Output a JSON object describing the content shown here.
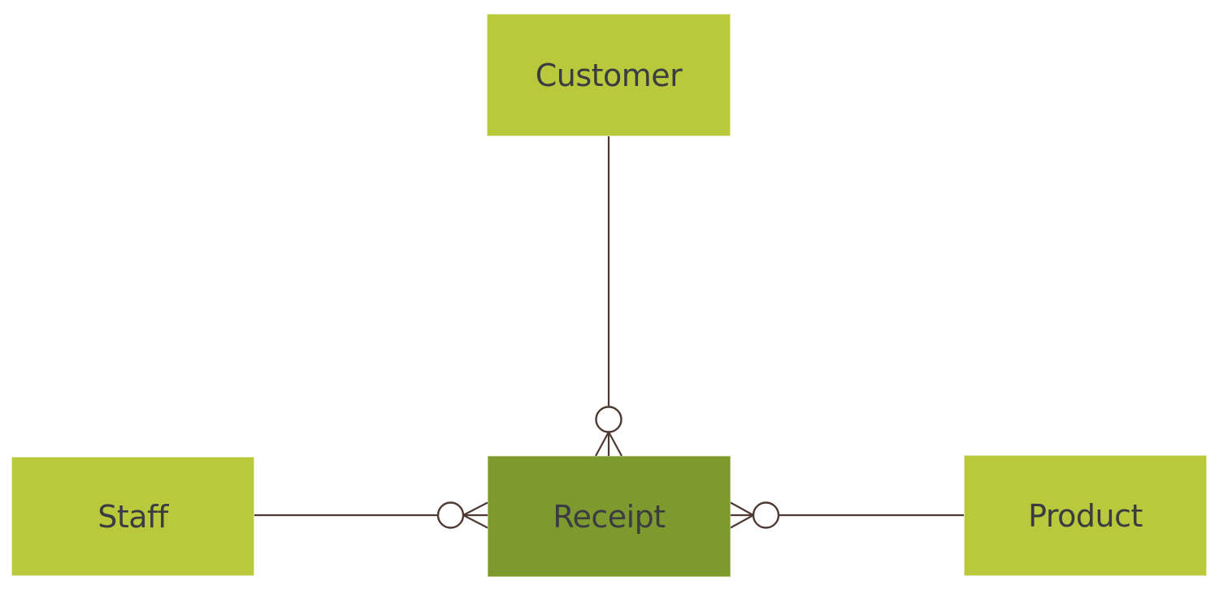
{
  "diagram": {
    "type": "entity-relationship",
    "notation": "crow's foot",
    "colors": {
      "entity_fill_light": "#b9c93b",
      "entity_fill_dark": "#7e9a2e",
      "connector_line": "#4d3a33",
      "entity_text": "#3a3c42",
      "background": "#ffffff"
    },
    "entities": [
      {
        "id": "customer",
        "label": "Customer",
        "variant": "light"
      },
      {
        "id": "staff",
        "label": "Staff",
        "variant": "light"
      },
      {
        "id": "receipt",
        "label": "Receipt",
        "variant": "dark"
      },
      {
        "id": "product",
        "label": "Product",
        "variant": "light"
      }
    ],
    "relationships": [
      {
        "from": "Customer",
        "to": "Receipt",
        "cardinality_at_receipt": "zero-or-many"
      },
      {
        "from": "Staff",
        "to": "Receipt",
        "cardinality_at_receipt": "zero-or-many"
      },
      {
        "from": "Product",
        "to": "Receipt",
        "cardinality_at_receipt": "zero-or-many"
      }
    ]
  }
}
